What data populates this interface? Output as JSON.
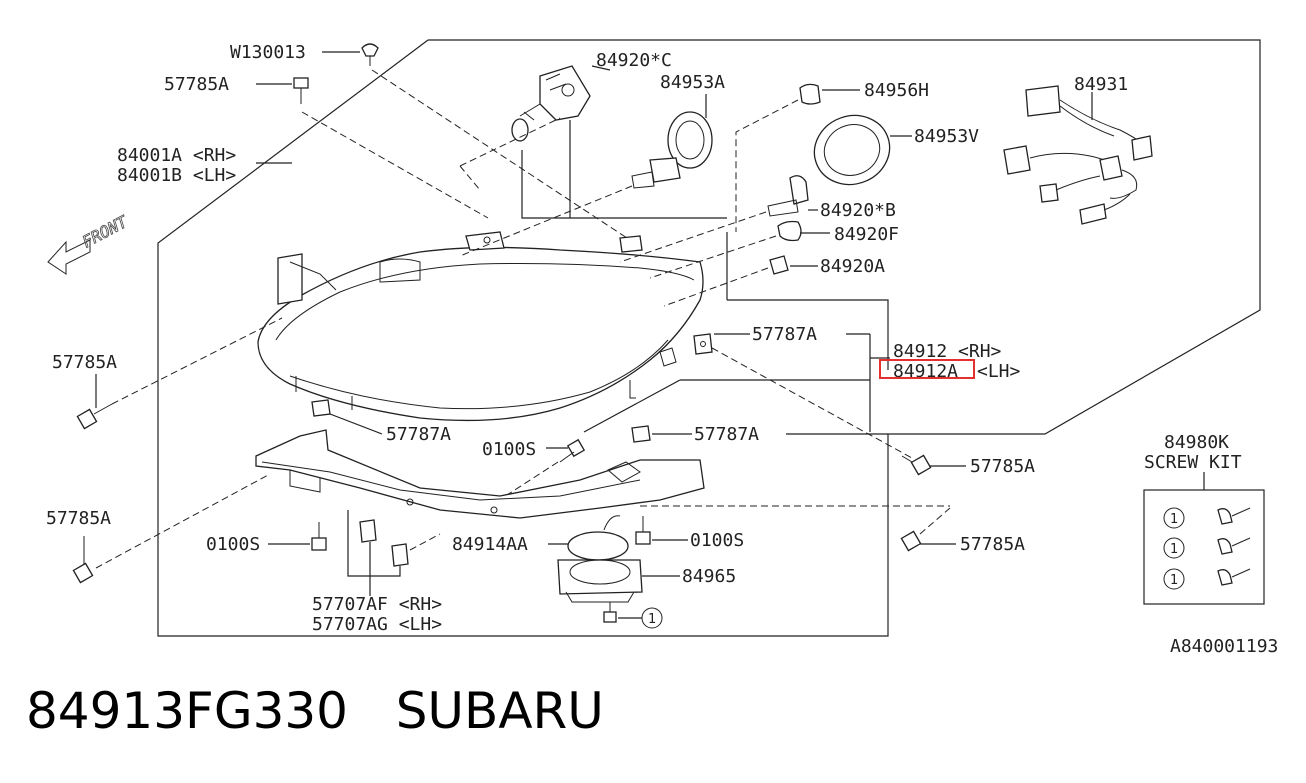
{
  "diagram": {
    "labels": {
      "w130013": "W130013",
      "p57785a_top": "57785A",
      "p84001": "84001A <RH>",
      "p84001b": "84001B <LH>",
      "front": "FRONT",
      "p84920c": "84920*C",
      "p84953a": "84953A",
      "p84956h": "84956H",
      "p84953v": "84953V",
      "p84931": "84931",
      "p84920b": "84920*B",
      "p84920f": "84920F",
      "p84920a": "84920A",
      "p57787a_1": "57787A",
      "p84912_rh": "84912 <RH>",
      "p84912_lh_code": "84912A",
      "p84912_lh_suffix": "<LH>",
      "p57785a_left": "57785A",
      "p57787a_2": "57787A",
      "p0100s_1": "0100S",
      "p57787a_3": "57787A",
      "p57785a_right1": "57785A",
      "p84980k": "84980K",
      "screw_kit": "SCREW KIT",
      "p57785a_left2": "57785A",
      "p0100s_2": "0100S",
      "p84914aa": "84914AA",
      "p0100s_3": "0100S",
      "p57785a_right2": "57785A",
      "p84965": "84965",
      "p57707af": "57707AF <RH>",
      "p57707ag": "57707AG <LH>",
      "ref_one": "1",
      "kit_one_a": "1",
      "kit_one_b": "1",
      "kit_one_c": "1",
      "figure_code": "A840001193"
    },
    "highlight_color": "#e53030"
  },
  "caption": {
    "part_number": "84913FG330",
    "brand": "SUBARU"
  }
}
